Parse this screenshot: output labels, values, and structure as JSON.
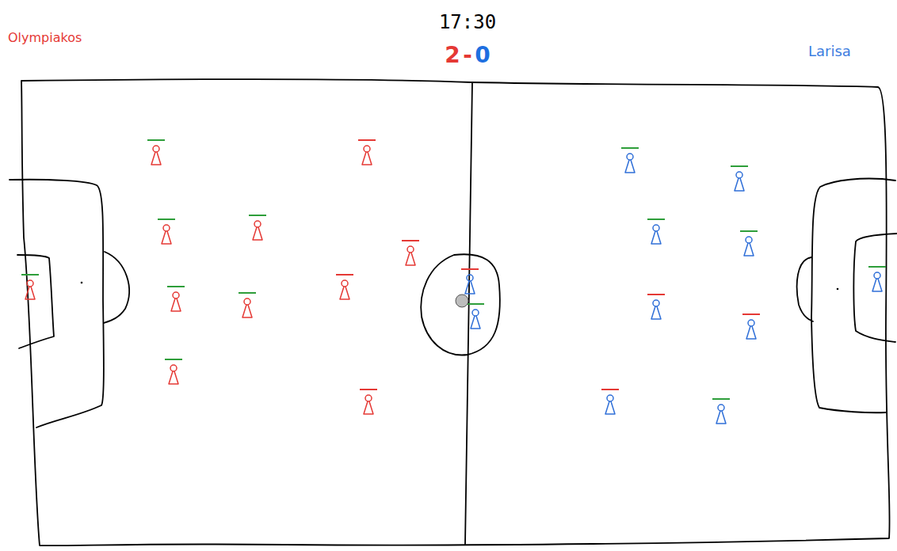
{
  "diagram": {
    "labels": [
      "Olympiakos",
      "Larisa",
      "17:30",
      "2",
      "-",
      "0"
    ]
  }
}
